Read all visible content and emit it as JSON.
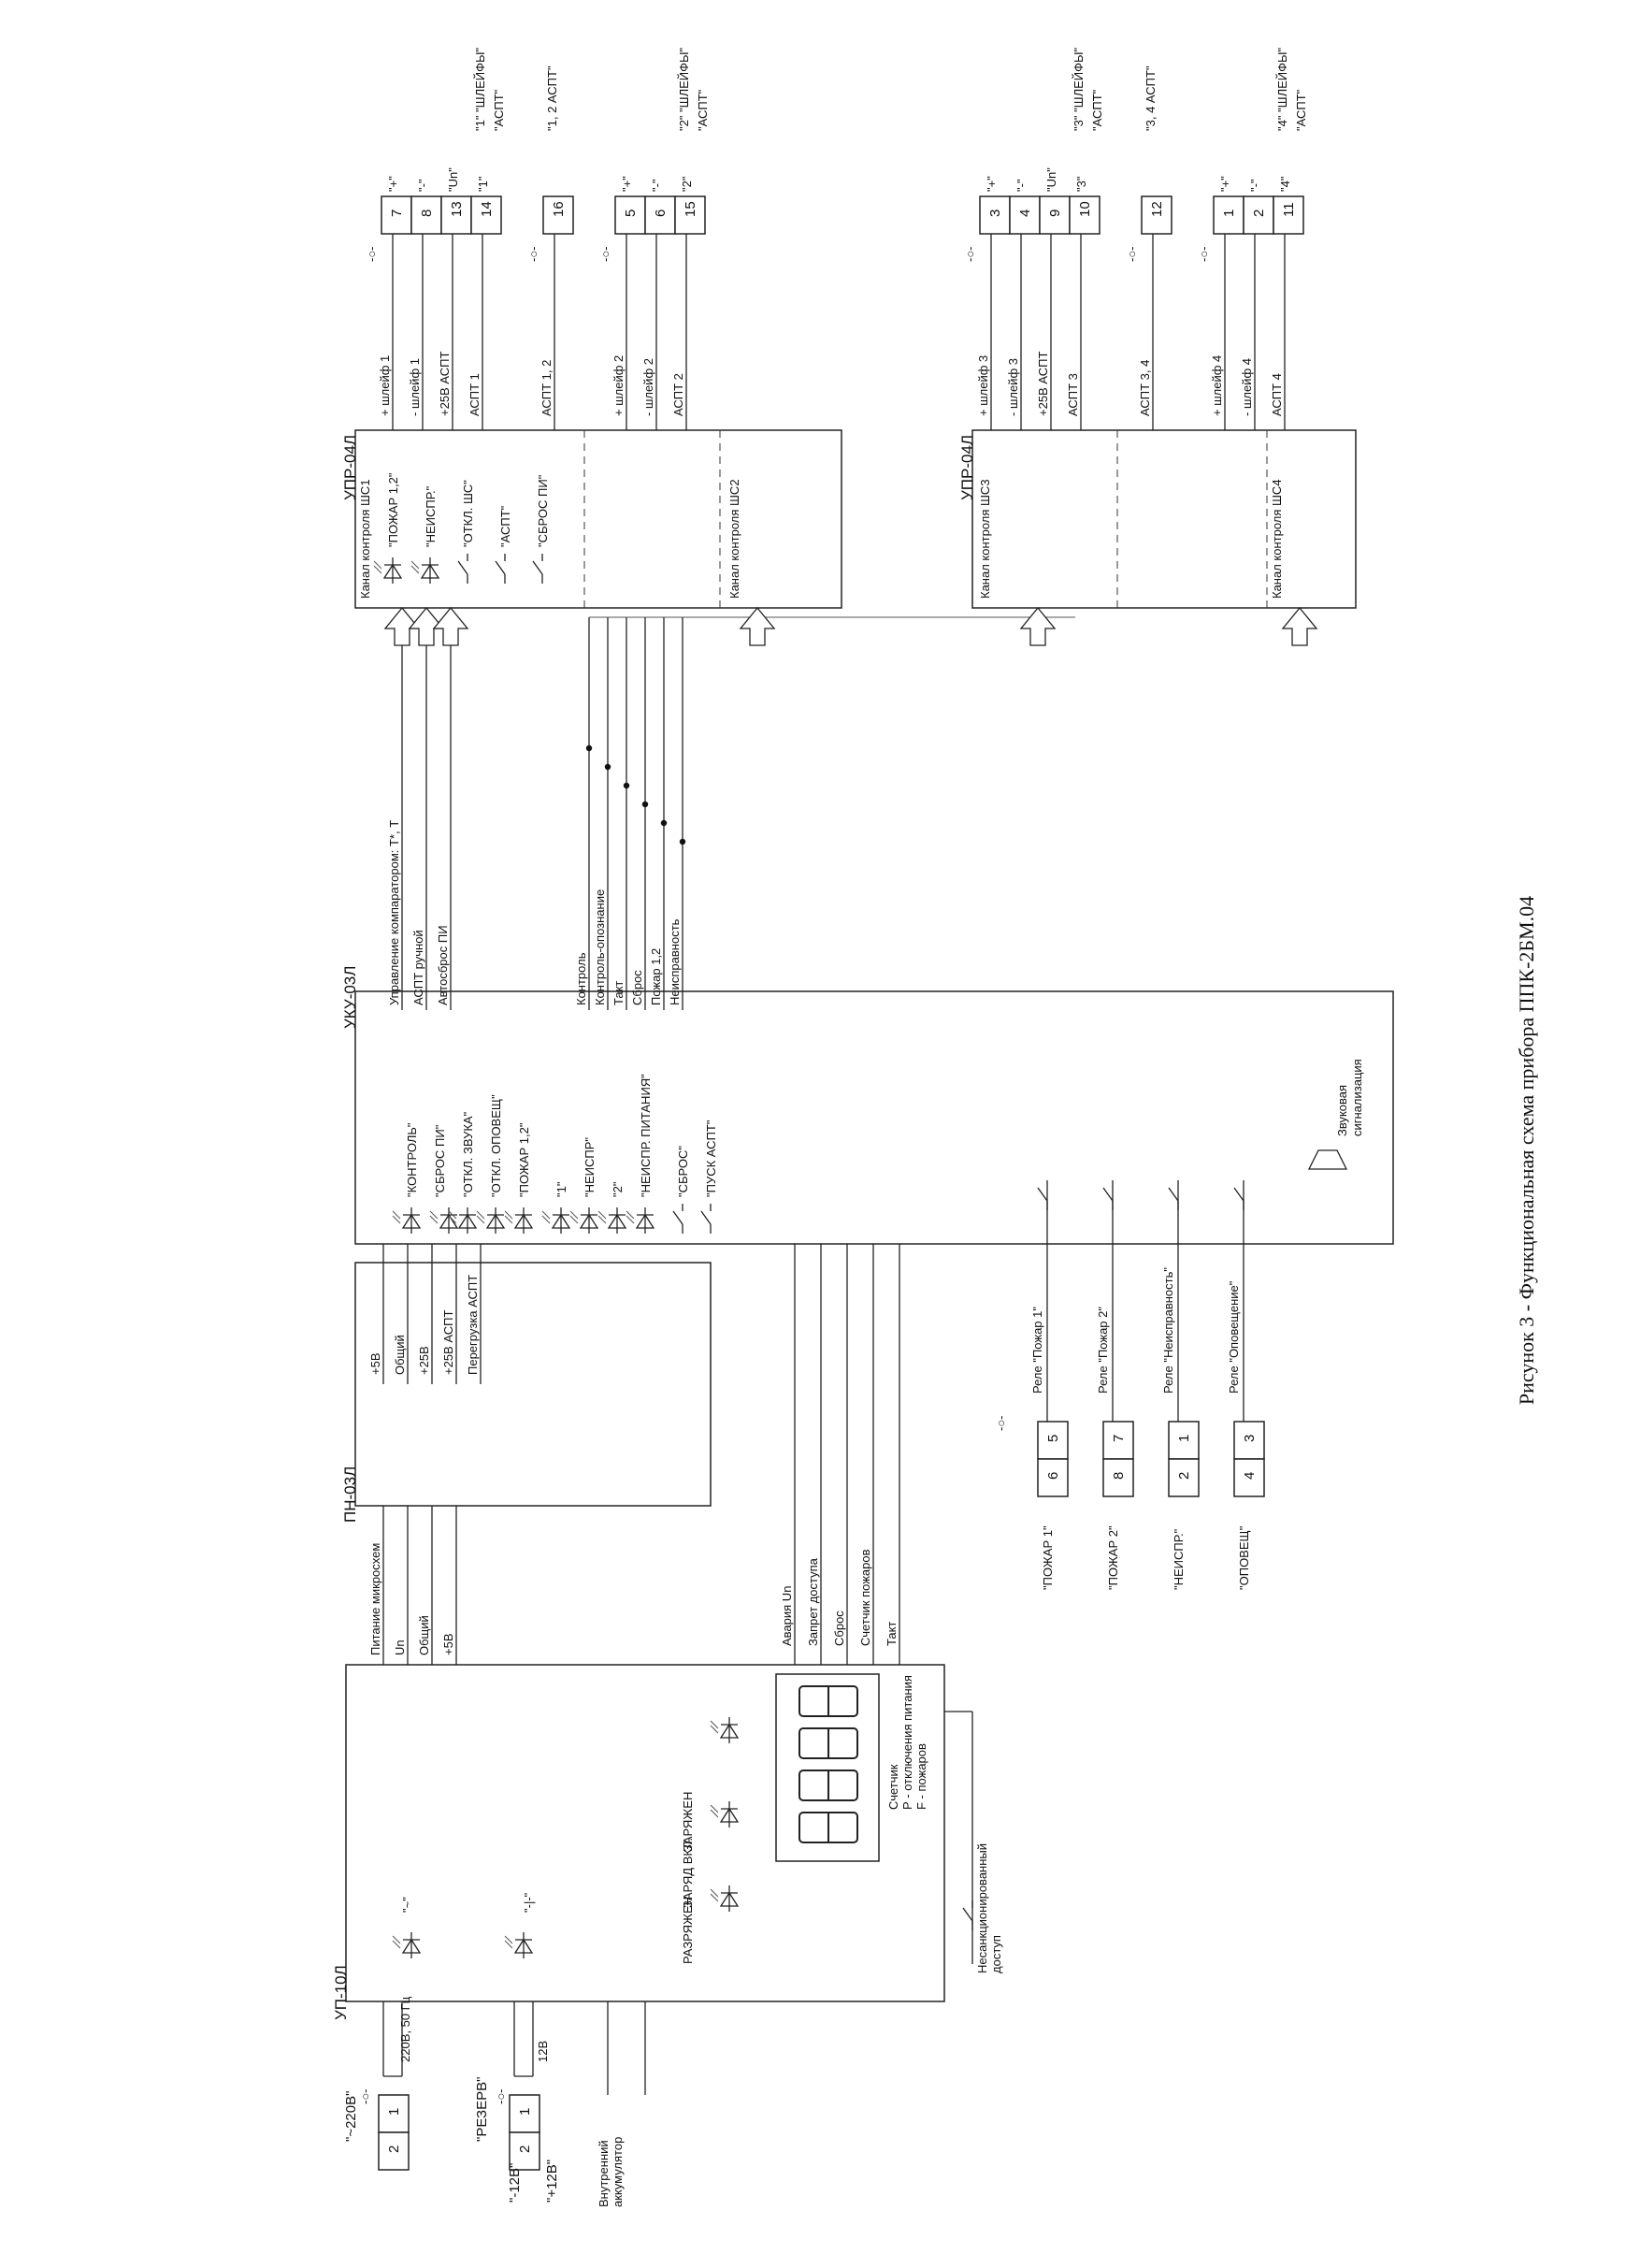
{
  "caption": "Рисунок 3 - Функциональная схема прибора ППК-2БМ.04",
  "blocks": {
    "up": "УП-10Л",
    "pn": "ПН-03Л",
    "uku": "УКУ-03Л",
    "upr_a": "УПР-04Л",
    "upr_b": "УПР-04Л"
  },
  "up": {
    "led_ac": "\"~\"",
    "led_dc": "\"-|-\"",
    "status_labels": [
      "РАЗРЯЖЕН",
      "ЗАРЯД ВКЛ.",
      "ЗАРЯЖЕН"
    ],
    "counter_title": "Счетчик",
    "counter_p": "Р - отключения питания",
    "counter_f": "F - пожаров",
    "unauthorized": "Несанкционированный",
    "unauthorized2": "доступ"
  },
  "power_terms": {
    "ac_label": "\"~220В\"",
    "ac_pins": [
      "1",
      "2"
    ],
    "ac_wire": "220В, 50 Гц",
    "res_label": "\"РЕЗЕРВ\"",
    "res_pins": [
      "1",
      "2"
    ],
    "res_minus": "\"-12В\"",
    "res_plus": "\"+12В\"",
    "res_wire": "12В",
    "battery": "Внутренний",
    "battery2": "аккумулятор",
    "term_sym": "-○-"
  },
  "up_pn_wires": [
    "Питание микросхем",
    "Un",
    "Общий",
    "+5В"
  ],
  "pn_uku_wires": [
    "+5В",
    "Общий",
    "+25В",
    "+25В АСПТ",
    "Перегрузка АСПТ"
  ],
  "up_uku_wires": [
    "Авария Un",
    "Запрет доступа",
    "Сброс",
    "Счетчик пожаров",
    "Такт"
  ],
  "uku_items": [
    "\"КОНТРОЛЬ\"",
    "\"СБРОС ПИ\"",
    "\"ОТКЛ. ЗВУКА\"",
    "\"ОТКЛ. ОПОВЕЩ\"",
    "\"ПОЖАР 1,2\"",
    "\"1\"",
    "\"НЕИСПР\"",
    "\"2\"",
    "\"НЕИСПР. ПИТАНИЯ\"",
    "\"СБРОС\"",
    "\"ПУСК АСПТ\""
  ],
  "uku_sound": "Звуковая",
  "uku_sound2": "сигнализация",
  "relays": [
    {
      "label": "Реле \"Пожар 1\"",
      "pins": [
        "5",
        "6"
      ],
      "name": "\"ПОЖАР 1\""
    },
    {
      "label": "Реле \"Пожар 2\"",
      "pins": [
        "7",
        "8"
      ],
      "name": "\"ПОЖАР 2\""
    },
    {
      "label": "Реле \"Неисправность\"",
      "pins": [
        "1",
        "2"
      ],
      "name": "\"НЕИСПР.\""
    },
    {
      "label": "Реле \"Оповещение\"",
      "pins": [
        "3",
        "4"
      ],
      "name": "\"ОПОВЕЩ\""
    }
  ],
  "uku_bus": {
    "top": [
      "Управление компаратором: Т*, Т",
      "АСПТ ручной",
      "Автосброс ПИ"
    ],
    "bottom": [
      "Контроль",
      "Контроль-опознание",
      "Такт",
      "Сброс",
      "Пожар 1,2",
      "Неисправность"
    ]
  },
  "upr_a": {
    "ch1": "Канал контроля ШС1",
    "ch2": "Канал контроля ШС2",
    "leds": [
      "\"ПОЖАР 1,2\"",
      "\"НЕИСПР.\"",
      "\"ОТКЛ. ШС\"",
      "\"АСПТ\"",
      "\"СБРОС ПИ\""
    ]
  },
  "upr_b": {
    "ch1": "Канал контроля ШС3",
    "ch2": "Канал контроля ШС4"
  },
  "outputs_a": [
    {
      "wires": [
        "+ шлейф 1",
        "- шлейф 1",
        "+25В АСПТ",
        "АСПТ 1"
      ],
      "pins": [
        "7",
        "8",
        "13",
        "14"
      ],
      "marks": [
        "\"+\"",
        "\"-\"",
        "\"Un\"",
        "\"1\""
      ],
      "group": "\"1\" \"ШЛЕЙФЫ\"",
      "group2": "\"АСПТ\""
    },
    {
      "wires": [
        "АСПТ 1, 2"
      ],
      "pins": [
        "16"
      ],
      "group": "\"1, 2 АСПТ\""
    },
    {
      "wires": [
        "+ шлейф 2",
        "- шлейф 2",
        "АСПТ 2"
      ],
      "pins": [
        "5",
        "6",
        "15"
      ],
      "marks": [
        "\"+\"",
        "\"-\"",
        "\"2\""
      ],
      "group": "\"2\" \"ШЛЕЙФЫ\"",
      "group2": "\"АСПТ\""
    }
  ],
  "outputs_b": [
    {
      "wires": [
        "+ шлейф 3",
        "- шлейф 3",
        "+25В АСПТ",
        "АСПТ 3"
      ],
      "pins": [
        "3",
        "4",
        "9",
        "10"
      ],
      "marks": [
        "\"+\"",
        "\"-\"",
        "\"Un\"",
        "\"3\""
      ],
      "group": "\"3\" \"ШЛЕЙФЫ\"",
      "group2": "\"АСПТ\""
    },
    {
      "wires": [
        "АСПТ 3, 4"
      ],
      "pins": [
        "12"
      ],
      "group": "\"3, 4 АСПТ\""
    },
    {
      "wires": [
        "+ шлейф 4",
        "- шлейф 4",
        "АСПТ 4"
      ],
      "pins": [
        "1",
        "2",
        "11"
      ],
      "marks": [
        "\"+\"",
        "\"-\"",
        "\"4\""
      ],
      "group": "\"4\" \"ШЛЕЙФЫ\"",
      "group2": "\"АСПТ\""
    }
  ]
}
